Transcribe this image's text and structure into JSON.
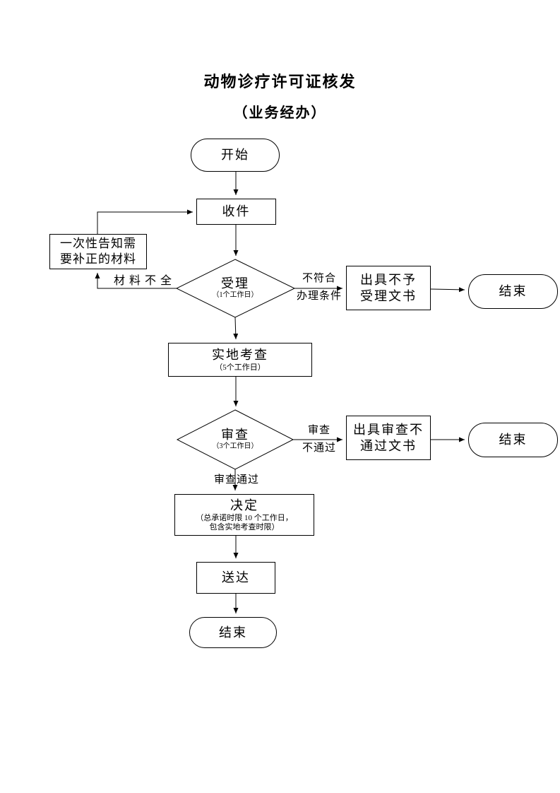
{
  "title": "动物诊疗许可证核发",
  "subtitle": "（业务经办）",
  "nodes": {
    "start": "开始",
    "receive": "收件",
    "notify_line1": "一次性告知需",
    "notify_line2": "要补正的材料",
    "accept_label": "受理",
    "accept_sub": "（1个工作日）",
    "reject_doc_line1": "出具不予",
    "reject_doc_line2": "受理文书",
    "end1": "结束",
    "inspect_label": "实地考查",
    "inspect_sub": "（5个工作日）",
    "review_label": "审查",
    "review_sub": "（3个工作日）",
    "review_fail_doc_line1": "出具审查不",
    "review_fail_doc_line2": "通过文书",
    "end2": "结束",
    "decide_label": "决定",
    "decide_sub_line1": "（总承诺时限 10 个工作日，",
    "decide_sub_line2": "包含实地考查时限）",
    "deliver": "送达",
    "end3": "结束"
  },
  "edge_labels": {
    "materials_incomplete": "材料不全",
    "not_qualified_line1": "不符合",
    "not_qualified_line2": "办理条件",
    "review_fail_line1": "审查",
    "review_fail_line2": "不通过",
    "review_pass": "审查通过"
  },
  "colors": {
    "line": "#000000",
    "background": "#ffffff",
    "text": "#000000"
  }
}
